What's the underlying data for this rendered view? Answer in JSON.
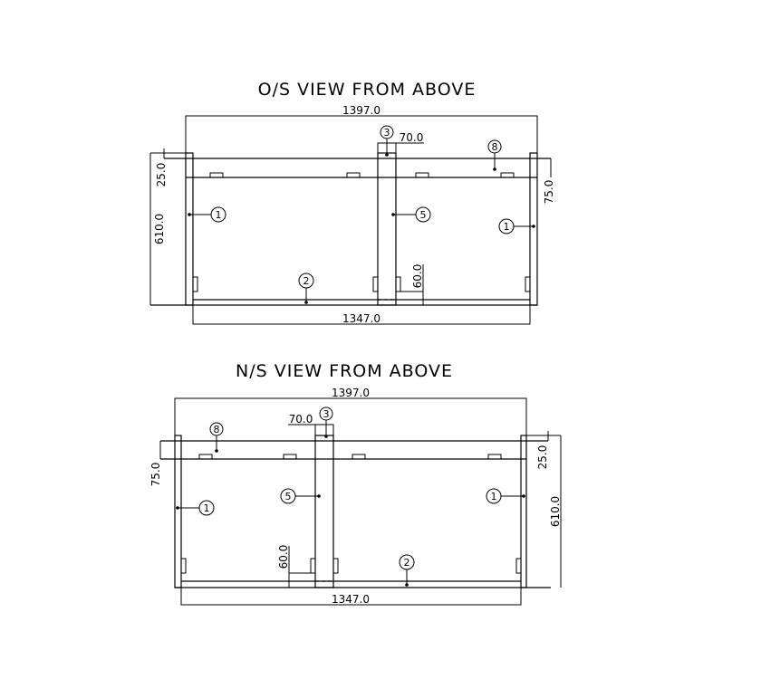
{
  "drawing": {
    "views": [
      {
        "title": "O/S VIEW FROM ABOVE",
        "dimensions": {
          "overall_length": "1397.0",
          "inner_length": "1347.0",
          "depth": "610.0",
          "top_offset": "25.0",
          "side_offset": "75.0",
          "post_width": "70.0",
          "bottom_offset": "60.0"
        },
        "balloons": [
          "3",
          "8",
          "1",
          "5",
          "1",
          "2"
        ]
      },
      {
        "title": "N/S VIEW FROM ABOVE",
        "dimensions": {
          "overall_length": "1397.0",
          "inner_length": "1347.0",
          "depth": "610.0",
          "top_offset": "25.0",
          "side_offset": "75.0",
          "post_width": "70.0",
          "bottom_offset": "60.0"
        },
        "balloons": [
          "8",
          "3",
          "5",
          "1",
          "1",
          "2"
        ]
      }
    ]
  }
}
